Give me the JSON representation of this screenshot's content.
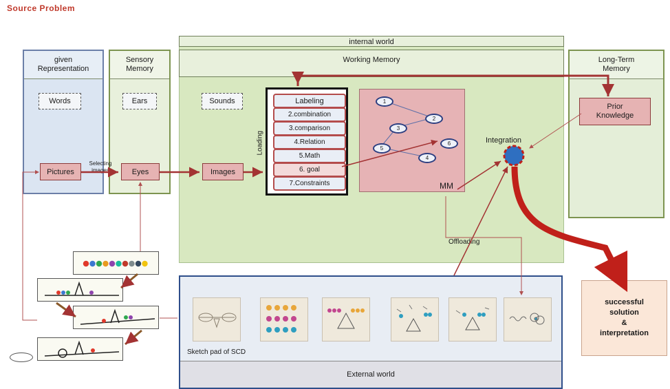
{
  "title": "Source Problem",
  "internal_world": "internal world",
  "working_memory": "Working Memory",
  "given_representation": "given\nRepresentation",
  "sensory_memory": "Sensory\nMemory",
  "long_term_memory": "Long-Term\nMemory",
  "words": "Words",
  "ears": "Ears",
  "sounds": "Sounds",
  "pictures": "Pictures",
  "eyes": "Eyes",
  "images": "Images",
  "selecting_images": "Selecting\nimages",
  "loading": "Loading",
  "stack": [
    "Labeling",
    "2.combination",
    "3.comparison",
    "4.Relation",
    "5.Math",
    "6. goal",
    "7.Constraints"
  ],
  "mm_nodes": [
    "1",
    "2",
    "3",
    "5",
    "6",
    "4"
  ],
  "mm_label": "MM",
  "integration": "Integration",
  "prior_knowledge": "Prior\nKnowledge",
  "offloading": "Offloading",
  "sketch_pad": "Sketch pad of  SCD",
  "external_world": "External world",
  "result": "successful\nsolution\n&\ninterpretation",
  "colors": {
    "arrow": "#a33333",
    "big_arrow": "#c0201a",
    "integration": "#2f6fc0",
    "bead_colors": [
      "#e0392b",
      "#3a78d0",
      "#2fa84f",
      "#e89a20",
      "#8e44ad",
      "#1abc9c",
      "#c0392b",
      "#7f8c8d",
      "#34495e",
      "#f1c40f"
    ]
  }
}
